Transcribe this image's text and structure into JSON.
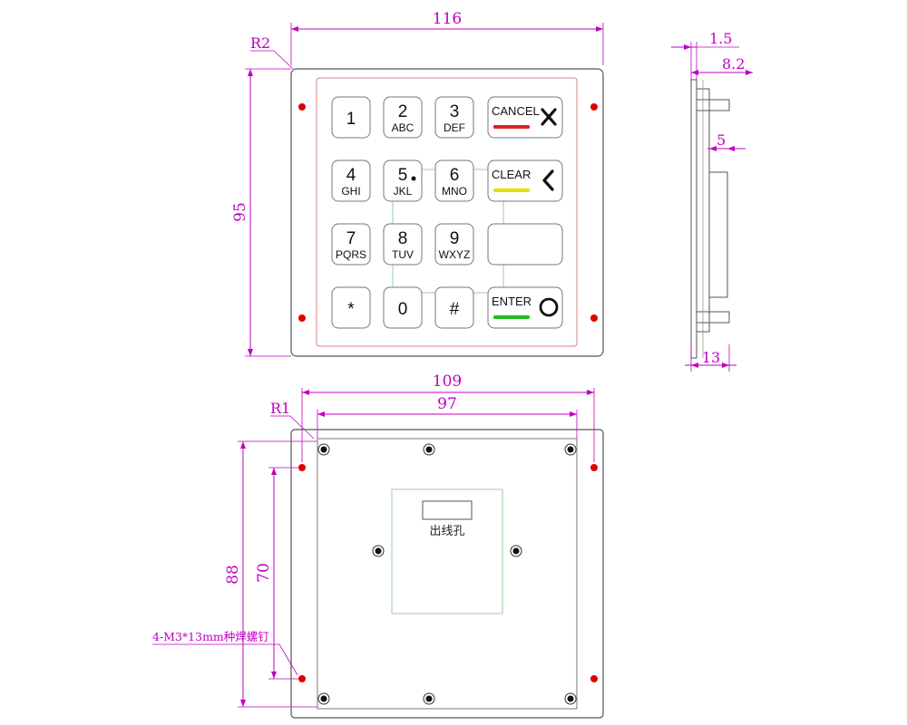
{
  "front_view": {
    "dim_width": "116",
    "dim_height": "95",
    "dim_radius": "R2",
    "keys": [
      {
        "main": "1",
        "sub": ""
      },
      {
        "main": "2",
        "sub": "ABC"
      },
      {
        "main": "3",
        "sub": "DEF"
      },
      {
        "main": "4",
        "sub": "GHI"
      },
      {
        "main": "5",
        "sub": "JKL"
      },
      {
        "main": "6",
        "sub": "MNO"
      },
      {
        "main": "7",
        "sub": "PQRS"
      },
      {
        "main": "8",
        "sub": "TUV"
      },
      {
        "main": "9",
        "sub": "WXYZ"
      },
      {
        "main": "*",
        "sub": ""
      },
      {
        "main": "0",
        "sub": ""
      },
      {
        "main": "#",
        "sub": ""
      }
    ],
    "function_keys": [
      {
        "label": "CANCEL",
        "bar_color": "#e02020",
        "symbol": "cross"
      },
      {
        "label": "CLEAR",
        "bar_color": "#e8e000",
        "symbol": "chevron"
      },
      {
        "label": "",
        "bar_color": "",
        "symbol": "none"
      },
      {
        "label": "ENTER",
        "bar_color": "#20c020",
        "symbol": "circle"
      }
    ]
  },
  "side_view": {
    "dim_top_1": "1.5",
    "dim_top_2": "8.2",
    "dim_mid": "5",
    "dim_bottom": "13"
  },
  "back_view": {
    "dim_outer": "109",
    "dim_inner": "97",
    "dim_radius": "R1",
    "dim_height_outer": "88",
    "dim_height_inner": "70",
    "screw_note": "4-M3*13mm种焊螺钉",
    "cable_hole_label": "出线孔"
  },
  "colors": {
    "dimension": "#c000c0",
    "mount_hole": "#e00000",
    "outline": "#555555",
    "inner_outline": "#d88080",
    "green_outline": "#80c080"
  }
}
